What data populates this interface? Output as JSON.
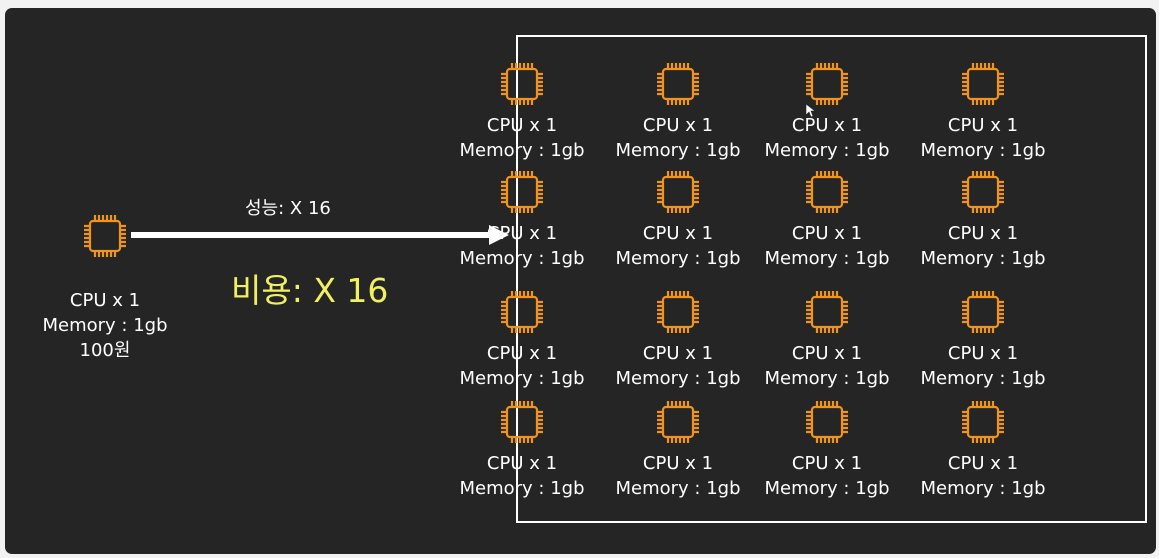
{
  "single": {
    "cpu": "CPU x 1",
    "memory": "Memory : 1gb",
    "price": "100원"
  },
  "arrow": {
    "performance": "성능: X 16",
    "cost": "비용: X 16"
  },
  "cluster": {
    "nodes": [
      {
        "cpu": "CPU x 1",
        "memory": "Memory : 1gb"
      },
      {
        "cpu": "CPU x 1",
        "memory": "Memory : 1gb"
      },
      {
        "cpu": "CPU x 1",
        "memory": "Memory : 1gb"
      },
      {
        "cpu": "CPU x 1",
        "memory": "Memory : 1gb"
      },
      {
        "cpu": "CPU x 1",
        "memory": "Memory : 1gb"
      },
      {
        "cpu": "CPU x 1",
        "memory": "Memory : 1gb"
      },
      {
        "cpu": "CPU x 1",
        "memory": "Memory : 1gb"
      },
      {
        "cpu": "CPU x 1",
        "memory": "Memory : 1gb"
      },
      {
        "cpu": "CPU x 1",
        "memory": "Memory : 1gb"
      },
      {
        "cpu": "CPU x 1",
        "memory": "Memory : 1gb"
      },
      {
        "cpu": "CPU x 1",
        "memory": "Memory : 1gb"
      },
      {
        "cpu": "CPU x 1",
        "memory": "Memory : 1gb"
      },
      {
        "cpu": "CPU x 1",
        "memory": "Memory : 1gb"
      },
      {
        "cpu": "CPU x 1",
        "memory": "Memory : 1gb"
      },
      {
        "cpu": "CPU x 1",
        "memory": "Memory : 1gb"
      },
      {
        "cpu": "CPU x 1",
        "memory": "Memory : 1gb"
      }
    ]
  },
  "colors": {
    "background": "#252525",
    "chip": "#f0941c",
    "cost_text": "#f0f060",
    "text": "#ffffff"
  },
  "icons": {
    "node": "cpu-chip-icon",
    "cursor": "mouse-cursor-icon"
  }
}
